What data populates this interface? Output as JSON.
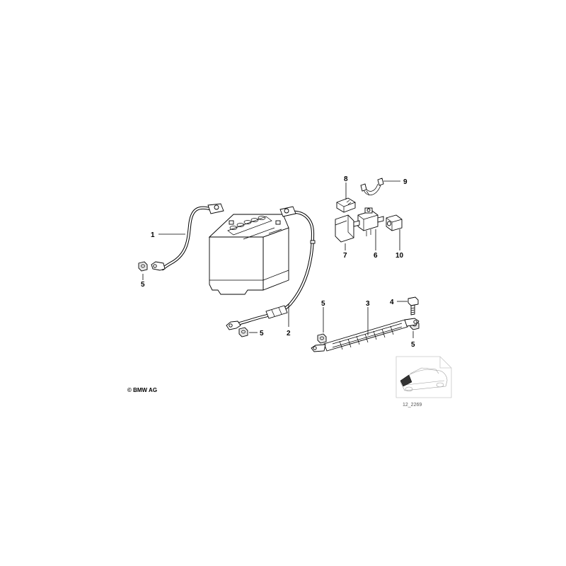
{
  "callouts": {
    "c1": "1",
    "c2": "2",
    "c3": "3",
    "c4": "4",
    "c5a": "5",
    "c5b": "5",
    "c5c": "5",
    "c5d": "5",
    "c6": "6",
    "c7": "7",
    "c8": "8",
    "c9": "9",
    "c10": "10"
  },
  "footer": {
    "copyright": "© BMW AG",
    "reference": "12_2269"
  }
}
